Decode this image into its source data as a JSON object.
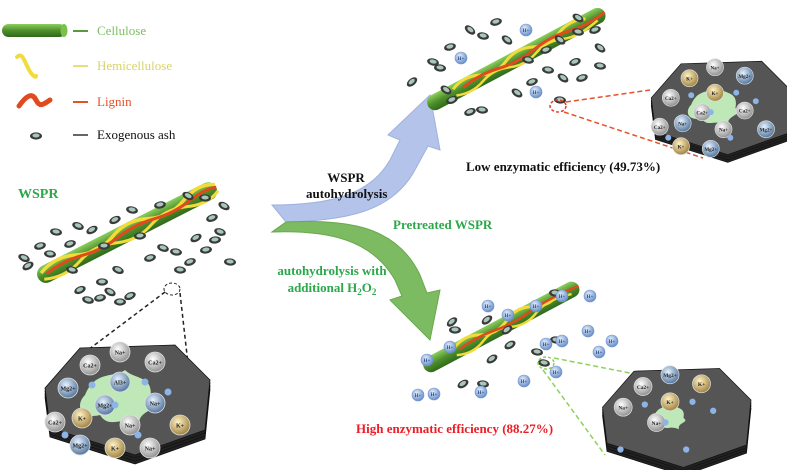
{
  "legend": {
    "items": [
      {
        "label": "Cellulose",
        "color": "#5a9a3a",
        "icon": "cellulose-rod-icon"
      },
      {
        "label": "Hemicellulose",
        "color": "#e6e07a",
        "icon": "hemicellulose-wave-icon"
      },
      {
        "label": "Lignin",
        "color": "#e8502a",
        "icon": "lignin-wave-icon"
      },
      {
        "label": "Exogenous ash",
        "color": "#555555",
        "icon": "ash-particle-icon"
      }
    ]
  },
  "labels": {
    "raw_material": "WSPR",
    "upper_process_line1": "WSPR",
    "upper_process_line2": "autohydrolysis",
    "middle_product": "Pretreated WSPR",
    "lower_process_line1": "autohydrolysis with",
    "lower_process_line2_prefix": "additional H",
    "lower_process_line2_sub1": "2",
    "lower_process_line2_mid": "O",
    "lower_process_line2_sub2": "2",
    "low_efficiency": "Low enzymatic efficiency (49.73%)",
    "high_efficiency": "High enzymatic efficiency (88.27%)"
  },
  "ions": {
    "left_hexagon": [
      "Ca2+",
      "Na+",
      "Ca2+",
      "Mg2+",
      "Al3+",
      "Mg2+",
      "Na+",
      "Ca2+",
      "K+",
      "Na+",
      "K+",
      "Mg2+",
      "K+",
      "Na+"
    ],
    "upper_right_hexagon": [
      "K+",
      "Na+",
      "Mg2+",
      "Ca2+",
      "K+",
      "Ca2+",
      "Ca2+",
      "Ca2+",
      "Na+",
      "Na+",
      "Mg2+",
      "K+",
      "Mg2+"
    ],
    "lower_right_hexagon": [
      "Ca2+",
      "Mg2+",
      "K+",
      "Na+",
      "K+",
      "Na+"
    ],
    "hydrogen_ion": "H+"
  },
  "colors": {
    "cellulose": "#5a9a3a",
    "hemicellulose": "#f2dc3c",
    "lignin": "#e04a1e",
    "green_text": "#2aa84a",
    "red_text": "#ee1c24",
    "upper_arrow": "#b4c3ea",
    "lower_arrow": "#7dbb62",
    "hexagon": "#4a4a4a",
    "inner_patch": "#bfe8b8"
  }
}
